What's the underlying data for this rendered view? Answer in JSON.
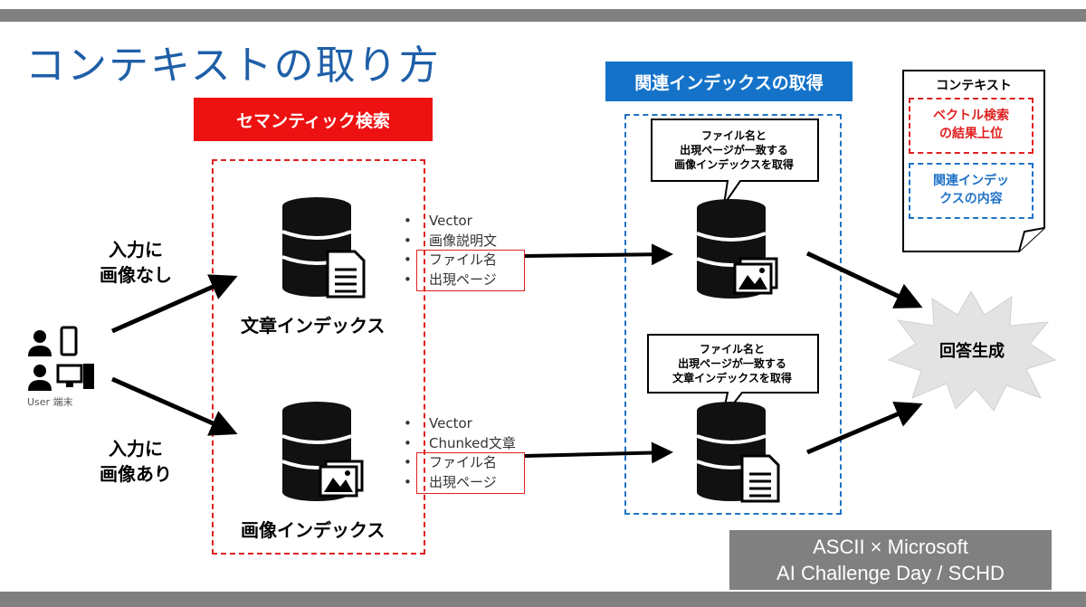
{
  "title": "コンテキストの取り方",
  "semantic_banner": "セマンティック検索",
  "related_banner": "関連インデックスの取得",
  "user": {
    "label": "User 端末"
  },
  "branch_top": [
    "入力に",
    "画像なし"
  ],
  "branch_bottom": [
    "入力に",
    "画像あり"
  ],
  "doc_index": {
    "label": "文章インデックス",
    "bullets": [
      "Vector",
      "画像説明文",
      "ファイル名",
      "出現ページ"
    ]
  },
  "img_index": {
    "label": "画像インデックス",
    "bullets": [
      "Vector",
      "Chunked文章",
      "ファイル名",
      "出現ページ"
    ]
  },
  "bullet_marker": "•",
  "callout_top": [
    "ファイル名と",
    "出現ページが一致する",
    "画像インデックスを取得"
  ],
  "callout_bottom": [
    "ファイル名と",
    "出現ページが一致する",
    "文章インデックスを取得"
  ],
  "answer": "回答生成",
  "context_note": {
    "title": "コンテキスト",
    "red_box": [
      "ベクトル検索",
      "の結果上位"
    ],
    "blue_box": [
      "関連インデッ",
      "クスの内容"
    ]
  },
  "credit": [
    "ASCII × Microsoft",
    "AI Challenge Day / SCHD"
  ],
  "colors": {
    "title_blue": "#1f5fa8",
    "red": "#ee1111",
    "blue": "#1473c9",
    "gray": "#808080"
  }
}
